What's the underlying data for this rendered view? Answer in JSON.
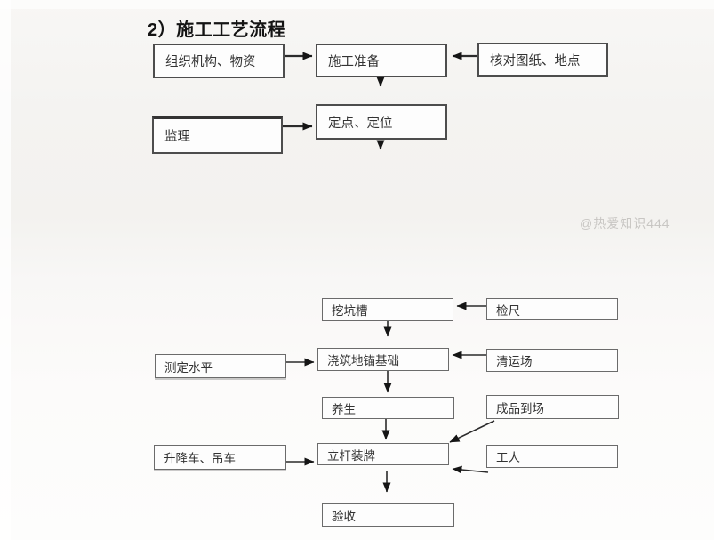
{
  "page": {
    "title": "2）施工工艺流程",
    "watermark": "@热爱知识444"
  },
  "nodes": {
    "org_material": "组织机构、物资",
    "construction_prep": "施工准备",
    "check_drawings": "核对图纸、地点",
    "supervision": "监理",
    "fix_position": "定点、定位",
    "dig_pit": "挖坑槽",
    "gauge_check": "检尺",
    "measure_level": "测定水平",
    "pour_anchor": "浇筑地锚基础",
    "clear_site": "清运场",
    "curing": "养生",
    "product_arrival": "成品到场",
    "lift_crane": "升降车、吊车",
    "erect_pole": "立杆装牌",
    "workers": "工人",
    "acceptance": "验收"
  },
  "colors": {
    "box_border": "#4d4d4d",
    "box_border_light": "#6b6b6b",
    "arrow_line": "#2b2b2b",
    "text": "#333333",
    "title_text": "#141414",
    "watermark": "#c8c6c3",
    "background": "#f5f4f2"
  }
}
